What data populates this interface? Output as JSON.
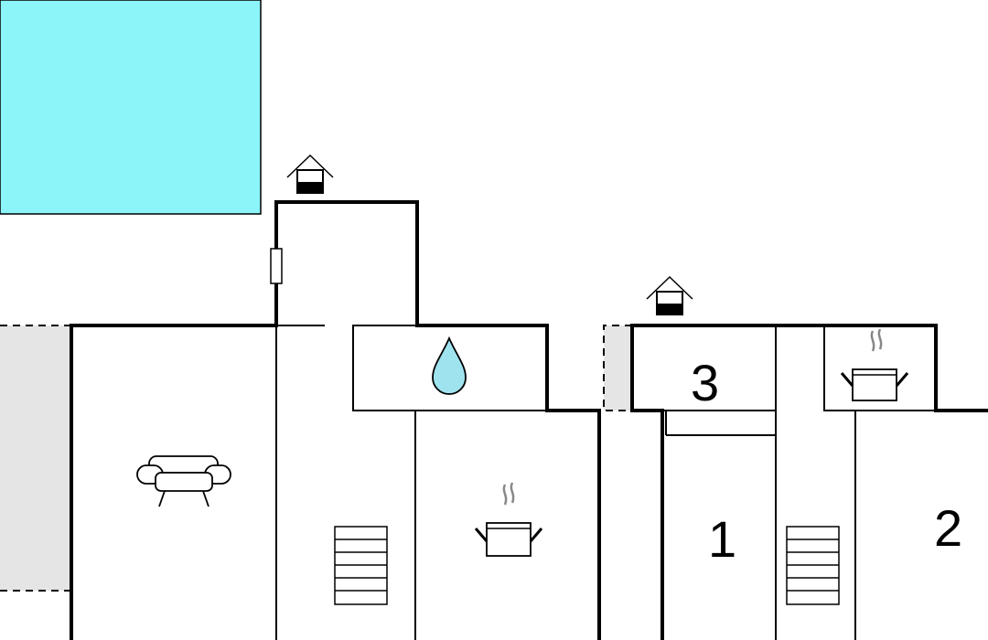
{
  "floorplan": {
    "colors": {
      "wall": "#000000",
      "background": "#ffffff",
      "pool": "#8cf5f9",
      "terrace": "#e5e5e5",
      "water_drop": "#9fe3ef"
    },
    "room_numbers": [
      "3",
      "1",
      "2"
    ],
    "icons": [
      "entrance-icon",
      "sofa-icon",
      "bathroom-water-drop-icon",
      "stairs-icon",
      "kitchen-pot-icon"
    ]
  }
}
